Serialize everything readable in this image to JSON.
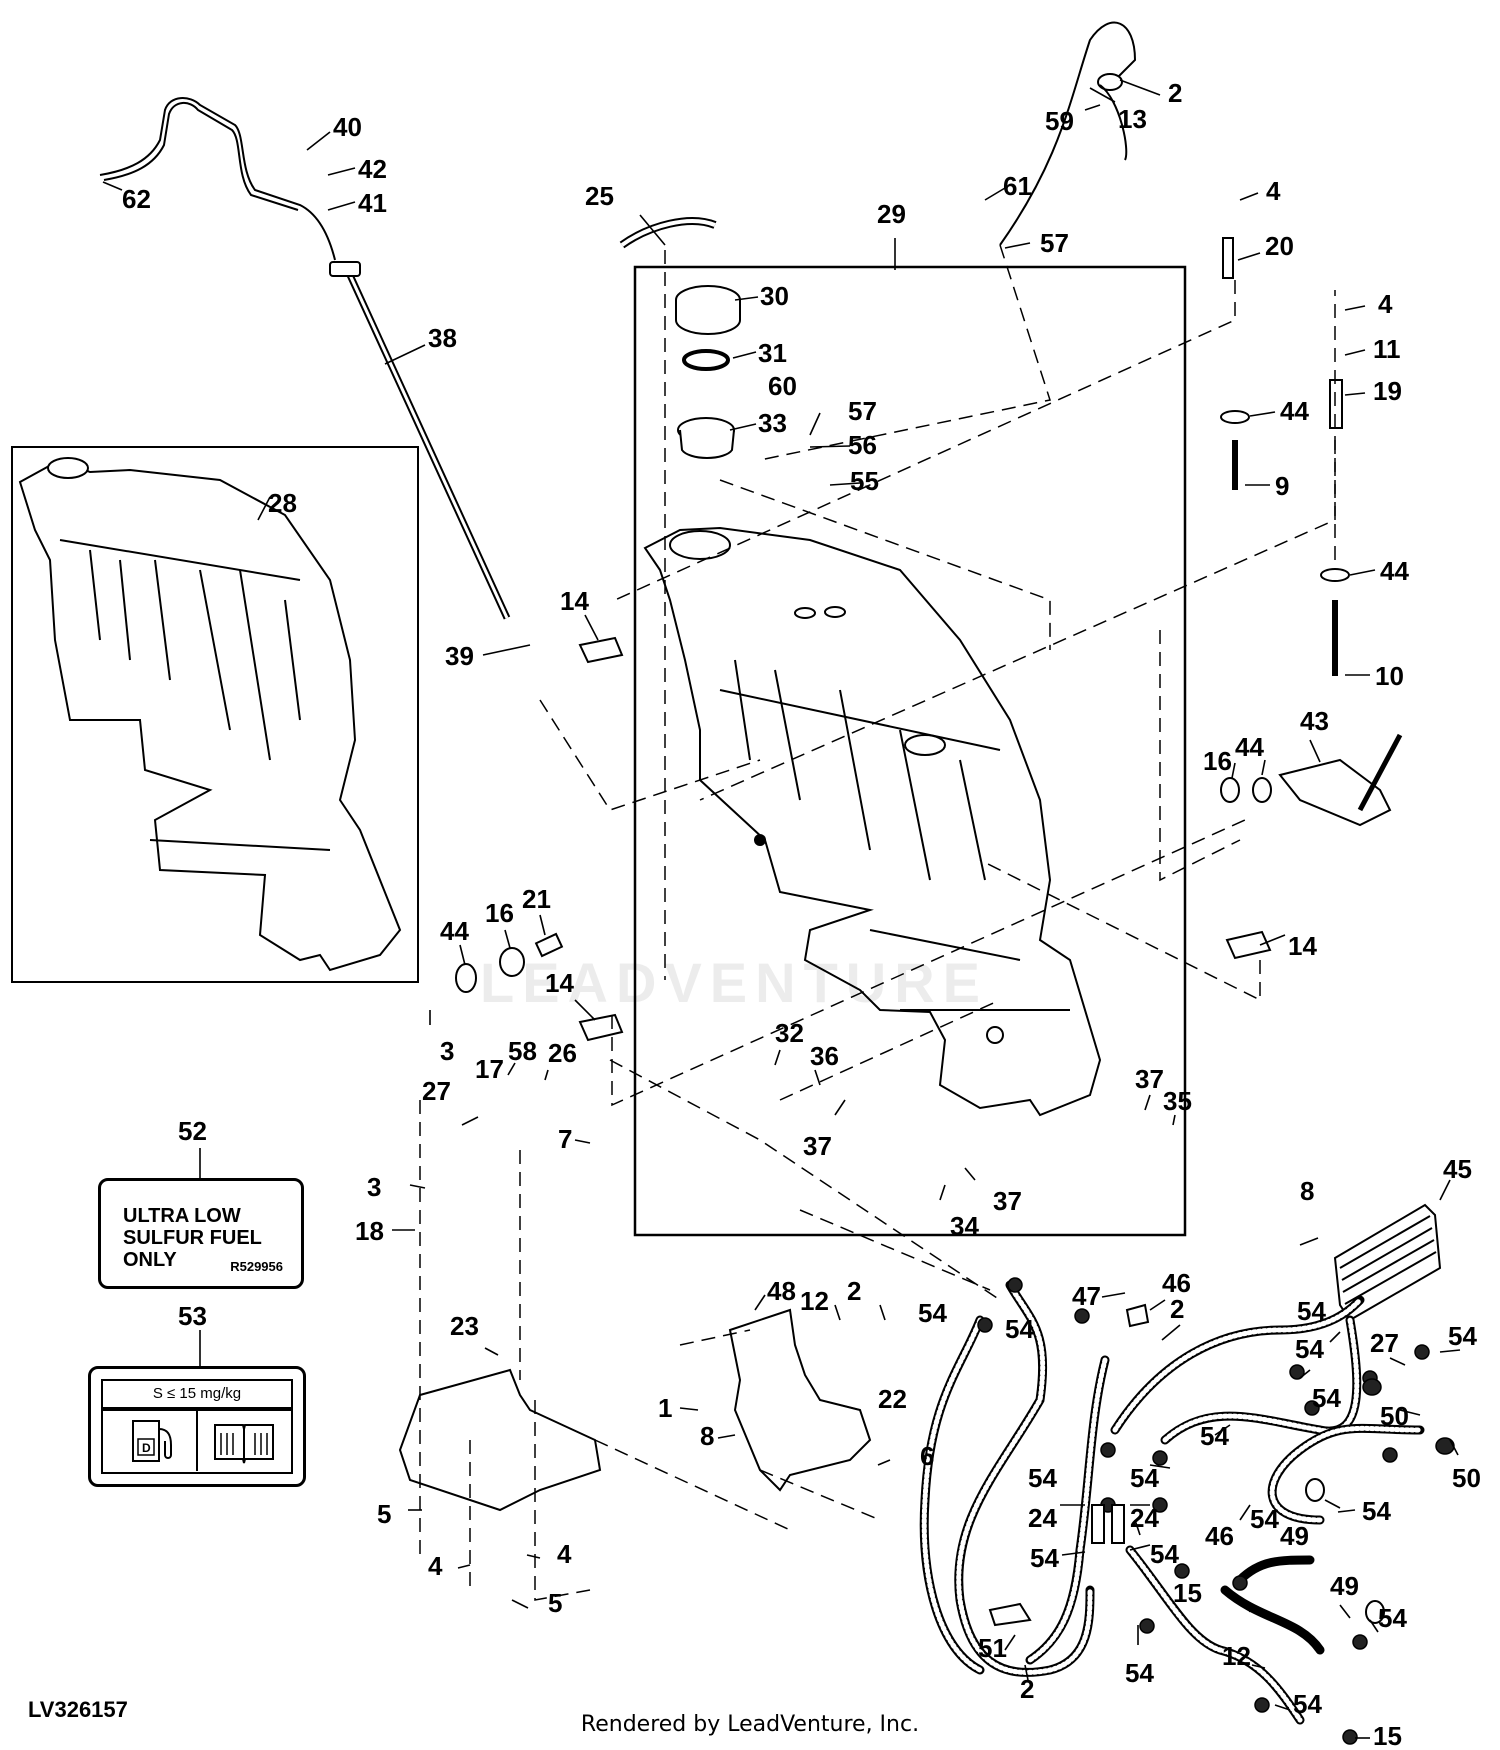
{
  "figure_id": "LV326157",
  "credit": "Rendered by LeadVenture, Inc.",
  "watermark": "LEADVENTURE",
  "decal_52": {
    "callout": "52",
    "lines": [
      "ULTRA LOW",
      "SULFUR FUEL",
      "ONLY"
    ],
    "part_number": "R529956"
  },
  "decal_53": {
    "callout": "53",
    "spec_text": "S ≤ 15 mg/kg",
    "icons": [
      "diesel-pump-icon",
      "manual-book-icon"
    ]
  },
  "callouts": [
    {
      "id": "2",
      "t": "2"
    },
    {
      "id": "13",
      "t": "13"
    },
    {
      "id": "59",
      "t": "59"
    },
    {
      "id": "61",
      "t": "61"
    },
    {
      "id": "57a",
      "t": "57"
    },
    {
      "id": "40",
      "t": "40"
    },
    {
      "id": "42",
      "t": "42"
    },
    {
      "id": "41",
      "t": "41"
    },
    {
      "id": "62",
      "t": "62"
    },
    {
      "id": "38",
      "t": "38"
    },
    {
      "id": "25",
      "t": "25"
    },
    {
      "id": "29",
      "t": "29"
    },
    {
      "id": "30",
      "t": "30"
    },
    {
      "id": "31",
      "t": "31"
    },
    {
      "id": "60",
      "t": "60"
    },
    {
      "id": "33",
      "t": "33"
    },
    {
      "id": "57b",
      "t": "57"
    },
    {
      "id": "56",
      "t": "56"
    },
    {
      "id": "55",
      "t": "55"
    },
    {
      "id": "4a",
      "t": "4"
    },
    {
      "id": "20",
      "t": "20"
    },
    {
      "id": "4b",
      "t": "4"
    },
    {
      "id": "11",
      "t": "11"
    },
    {
      "id": "19",
      "t": "19"
    },
    {
      "id": "44a",
      "t": "44"
    },
    {
      "id": "9",
      "t": "9"
    },
    {
      "id": "44b",
      "t": "44"
    },
    {
      "id": "10",
      "t": "10"
    },
    {
      "id": "28",
      "t": "28"
    },
    {
      "id": "14a",
      "t": "14"
    },
    {
      "id": "39",
      "t": "39"
    },
    {
      "id": "43",
      "t": "43"
    },
    {
      "id": "16a",
      "t": "16"
    },
    {
      "id": "44c",
      "t": "44"
    },
    {
      "id": "14b",
      "t": "14"
    },
    {
      "id": "44d",
      "t": "44"
    },
    {
      "id": "16b",
      "t": "16"
    },
    {
      "id": "21",
      "t": "21"
    },
    {
      "id": "14c",
      "t": "14"
    },
    {
      "id": "3a",
      "t": "3"
    },
    {
      "id": "32",
      "t": "32"
    },
    {
      "id": "36",
      "t": "36"
    },
    {
      "id": "37a",
      "t": "37"
    },
    {
      "id": "35",
      "t": "35"
    },
    {
      "id": "27a",
      "t": "27"
    },
    {
      "id": "17",
      "t": "17"
    },
    {
      "id": "58",
      "t": "58"
    },
    {
      "id": "26",
      "t": "26"
    },
    {
      "id": "7",
      "t": "7"
    },
    {
      "id": "37b",
      "t": "37"
    },
    {
      "id": "37c",
      "t": "37"
    },
    {
      "id": "34",
      "t": "34"
    },
    {
      "id": "3b",
      "t": "3"
    },
    {
      "id": "18",
      "t": "18"
    },
    {
      "id": "45",
      "t": "45"
    },
    {
      "id": "8a",
      "t": "8"
    },
    {
      "id": "48",
      "t": "48"
    },
    {
      "id": "12a",
      "t": "12"
    },
    {
      "id": "2b",
      "t": "2"
    },
    {
      "id": "47",
      "t": "47"
    },
    {
      "id": "46a",
      "t": "46"
    },
    {
      "id": "2c",
      "t": "2"
    },
    {
      "id": "54a",
      "t": "54"
    },
    {
      "id": "54b",
      "t": "54"
    },
    {
      "id": "54c",
      "t": "54"
    },
    {
      "id": "27b",
      "t": "27"
    },
    {
      "id": "54d",
      "t": "54"
    },
    {
      "id": "23",
      "t": "23"
    },
    {
      "id": "22",
      "t": "22"
    },
    {
      "id": "1",
      "t": "1"
    },
    {
      "id": "8b",
      "t": "8"
    },
    {
      "id": "6",
      "t": "6"
    },
    {
      "id": "54e",
      "t": "54"
    },
    {
      "id": "54f",
      "t": "54"
    },
    {
      "id": "50a",
      "t": "50"
    },
    {
      "id": "54g",
      "t": "54"
    },
    {
      "id": "50b",
      "t": "50"
    },
    {
      "id": "5a",
      "t": "5"
    },
    {
      "id": "54h",
      "t": "54"
    },
    {
      "id": "54i",
      "t": "54"
    },
    {
      "id": "24a",
      "t": "24"
    },
    {
      "id": "24b",
      "t": "24"
    },
    {
      "id": "46b",
      "t": "46"
    },
    {
      "id": "54j",
      "t": "54"
    },
    {
      "id": "49a",
      "t": "49"
    },
    {
      "id": "54k",
      "t": "54"
    },
    {
      "id": "4c",
      "t": "4"
    },
    {
      "id": "4d",
      "t": "4"
    },
    {
      "id": "54l",
      "t": "54"
    },
    {
      "id": "54m",
      "t": "54"
    },
    {
      "id": "15a",
      "t": "15"
    },
    {
      "id": "49b",
      "t": "49"
    },
    {
      "id": "5b",
      "t": "5"
    },
    {
      "id": "51",
      "t": "51"
    },
    {
      "id": "2d",
      "t": "2"
    },
    {
      "id": "54n",
      "t": "54"
    },
    {
      "id": "54o",
      "t": "54"
    },
    {
      "id": "12b",
      "t": "12"
    },
    {
      "id": "54p",
      "t": "54"
    },
    {
      "id": "15b",
      "t": "15"
    }
  ]
}
